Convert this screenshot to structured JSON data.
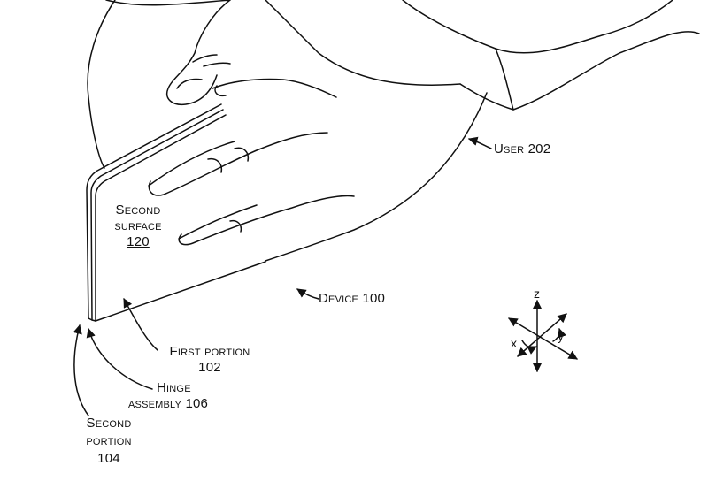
{
  "labels": {
    "user": {
      "name": "User",
      "ref": "202"
    },
    "device": {
      "name": "Device",
      "ref": "100"
    },
    "second_surface": {
      "line1": "Second",
      "line2": "surface",
      "ref": "120"
    },
    "first_portion": {
      "line1": "First portion",
      "ref": "102"
    },
    "hinge_assembly": {
      "line1": "Hinge",
      "line2": "assembly",
      "ref": "106"
    },
    "second_portion": {
      "line1": "Second",
      "line2": "portion",
      "ref": "104"
    }
  },
  "axes": {
    "z": "z",
    "x": "x",
    "y": "y"
  }
}
